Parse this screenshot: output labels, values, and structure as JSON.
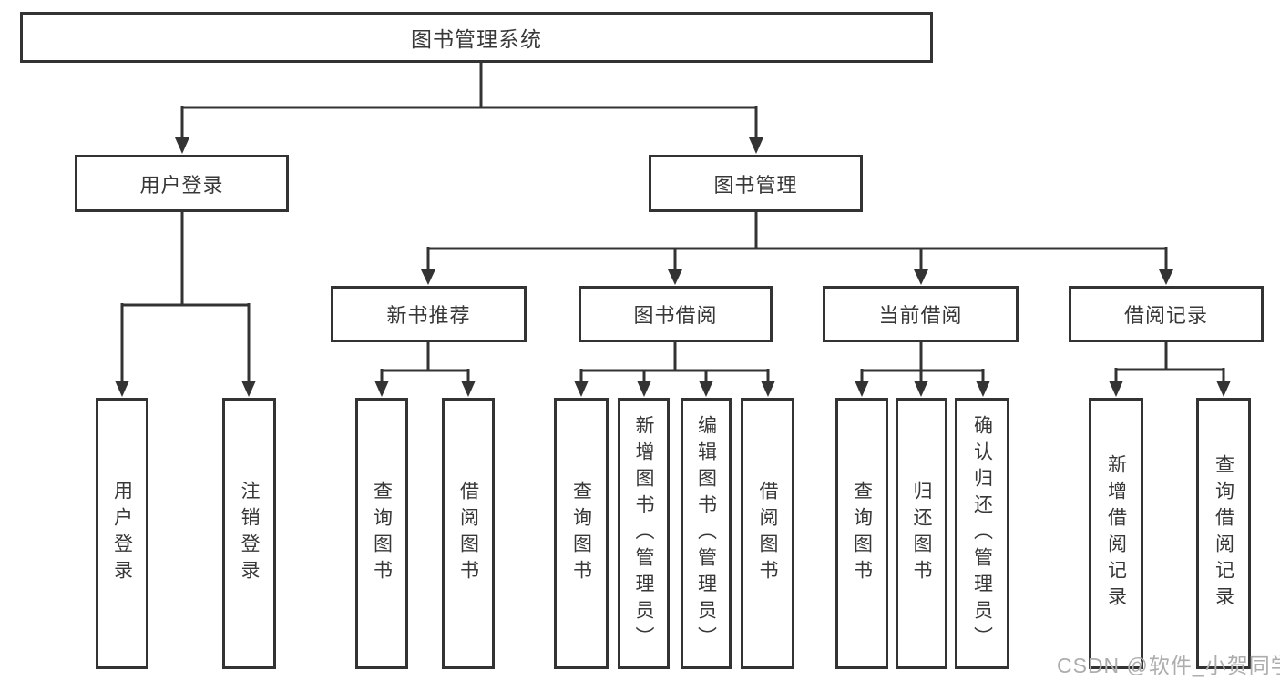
{
  "nodes": {
    "root": "图书管理系统",
    "user_login": "用户登录",
    "book_management": "图书管理",
    "ul_login": "用户登录",
    "ul_logout": "注销登录",
    "new_books": "新书推荐",
    "book_borrow": "图书借阅",
    "current_borrow": "当前借阅",
    "borrow_records": "借阅记录",
    "nb_query_books": "查询图书",
    "nb_borrow_books": "借阅图书",
    "bb_query_books": "查询图书",
    "bb_add_books": "新增图书（管理员）",
    "bb_edit_books": "编辑图书（管理员）",
    "bb_borrow_books": "借阅图书",
    "cb_query_books": "查询图书",
    "cb_return_books": "归还图书",
    "cb_confirm_return": "确认归还（管理员）",
    "br_add_record": "新增借阅记录",
    "br_query_record": "查询借阅记录"
  },
  "colors": {
    "line": "#333333",
    "text": "#383838",
    "watermark_gray": "#adadad"
  },
  "watermark": "CSDN @软件_小贺同学"
}
